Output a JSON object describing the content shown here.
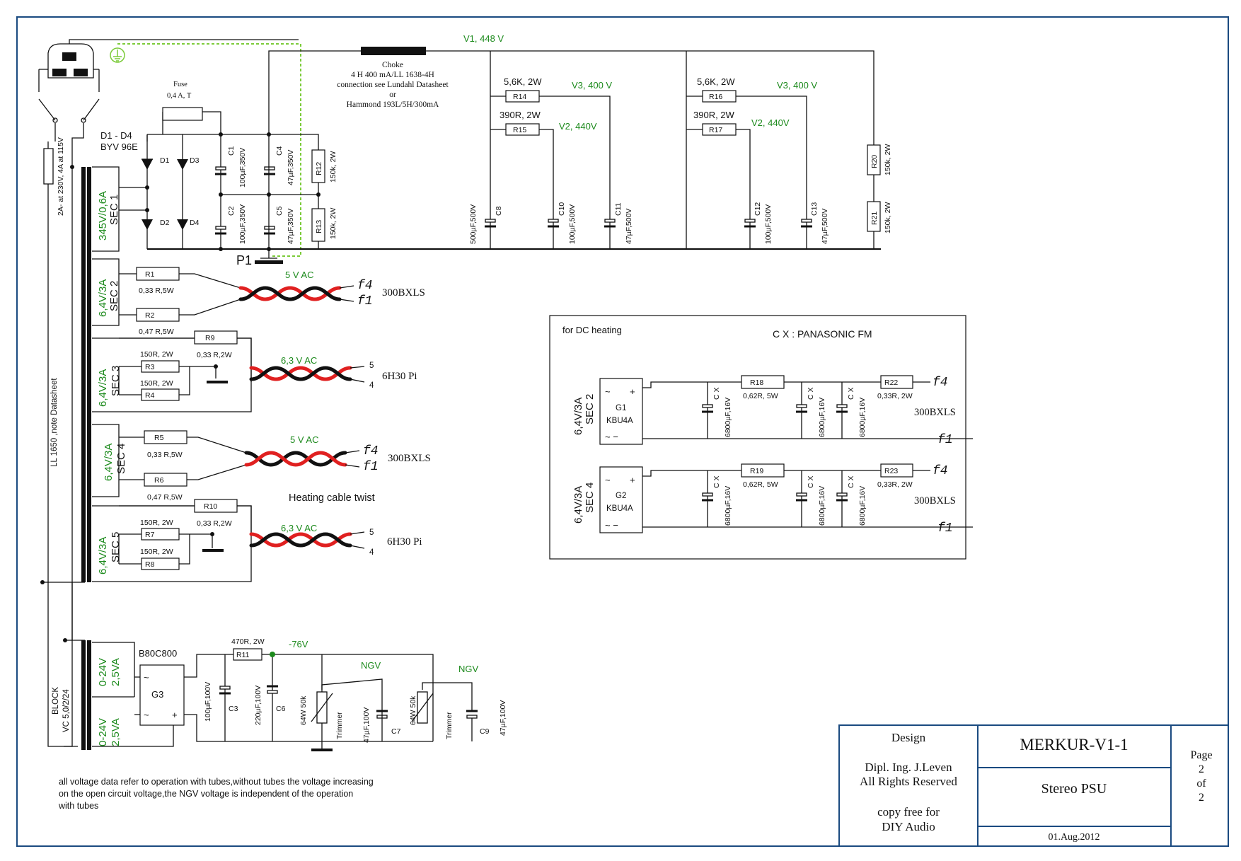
{
  "voltages": {
    "v1": "V1, 448 V",
    "v3_left": "V3, 400 V",
    "v2_left": "V2, 440V",
    "v3_right": "V3, 400 V",
    "v2_right": "V2, 440V",
    "ac_5v_1": "5 V AC",
    "ac_63v_1": "6,3 V AC",
    "ac_5v_2": "5 V AC",
    "ac_63v_2": "6,3 V AC",
    "neg76": "-76V",
    "ngv1": "NGV",
    "ngv2": "NGV"
  },
  "choke": {
    "line1": "Choke",
    "line2": "4 H 400 mA/LL 1638-4H",
    "line3": "connection see Lundahl Datasheet",
    "line4": "or",
    "line5": "Hammond 193L/5H/300mA"
  },
  "fuse": {
    "name": "Fuse",
    "rating": "0,4 A, T"
  },
  "mains_fuse": "2A- at 230V, 4A at 115V",
  "transformer": {
    "main": "LL 1650 ,note Datasheet",
    "block": "BLOCK",
    "block_model": "VC 5,0/2/24"
  },
  "diodes": {
    "range": "D1 - D4",
    "model": "BYV 96E",
    "d1": "D1",
    "d2": "D2",
    "d3": "D3",
    "d4": "D4"
  },
  "secondaries": {
    "sec1_v": "345V/0,6A",
    "sec1": "SEC 1",
    "sec2_v": "6,4V/3A",
    "sec2": "SEC 2",
    "sec3_v": "6,4V/3A",
    "sec3": "SEC 3",
    "sec4_v": "6,4V/3A",
    "sec4": "SEC 4",
    "sec5_v": "6,4V/3A",
    "sec5": "SEC 5",
    "aux1_v": "0-24V",
    "aux1_va": "2,5VA",
    "aux2_v": "0-24V",
    "aux2_va": "2,5VA"
  },
  "caps": {
    "c1": "C1",
    "c1v": "100µF,350V",
    "c2": "C2",
    "c2v": "100µF,350V",
    "c4": "C4",
    "c4v": "47µF,350V",
    "c5": "C5",
    "c5v": "47µF,350V",
    "c8": "C8",
    "c8v": "500µF,500V",
    "c10": "C10",
    "c10v": "100µF,500V",
    "c11": "C11",
    "c11v": "47µF,500V",
    "c12": "C12",
    "c12v": "100µF,500V",
    "c13": "C13",
    "c13v": "47µF,500V",
    "c3": "C3",
    "c3v": "100µF,100V",
    "c6": "C6",
    "c6v": "220µF,100V",
    "c7": "C7",
    "c7v": "47µF,100V",
    "c9": "C9",
    "c9v": "47µF,100V"
  },
  "resistors": {
    "r12": "R12",
    "r12v": "150k, 2W",
    "r13": "R13",
    "r13v": "150k, 2W",
    "r14": "R14",
    "r14v": "5,6K, 2W",
    "r15": "R15",
    "r15v": "390R, 2W",
    "r16": "R16",
    "r16v": "5,6K, 2W",
    "r17": "R17",
    "r17v": "390R, 2W",
    "r20": "R20",
    "r20v": "150k, 2W",
    "r21": "R21",
    "r21v": "150k, 2W",
    "r1": "R1",
    "r1v": "0,33 R,5W",
    "r2": "R2",
    "r2v": "0,47 R,5W",
    "r9": "R9",
    "r9v": "0,33 R,2W",
    "r3": "R3",
    "r3v": "150R, 2W",
    "r4": "R4",
    "r4v": "150R, 2W",
    "r5": "R5",
    "r5v": "0,33 R,5W",
    "r6": "R6",
    "r6v": "0,47 R,5W",
    "r10": "R10",
    "r10v": "0,33 R,2W",
    "r7": "R7",
    "r7v": "150R, 2W",
    "r8": "R8",
    "r8v": "150R, 2W",
    "r11": "R11",
    "r11v": "470R, 2W",
    "r18": "R18",
    "r18v": "0,62R, 5W",
    "r19": "R19",
    "r19v": "0,62R, 5W",
    "r22": "R22",
    "r22v": "0,33R, 2W",
    "r23": "R23",
    "r23v": "0,33R, 2W"
  },
  "tubes": {
    "t1": "300BXLS",
    "t2": "6H30 Pi",
    "t3": "300BXLS",
    "t4": "6H30 Pi",
    "f4": "f4",
    "f1": "f1",
    "p5": "5",
    "p4": "4"
  },
  "p1": "P1",
  "heating_twist": "Heating cable twist",
  "dc_box": {
    "title": "for DC heating",
    "cx_note": "C X :   PANASONIC FM",
    "sec2_v": "6,4V/3A",
    "sec2": "SEC 2",
    "sec4_v": "6,4V/3A",
    "sec4": "SEC 4",
    "g1": "G1",
    "g1m": "KBU4A",
    "g2": "G2",
    "g2m": "KBU4A",
    "cx": "C X",
    "cxv": "6800µF,16V",
    "tube": "300BXLS",
    "f4": "f4",
    "f1": "f1",
    "plus": "+",
    "minus": "~   −",
    "tilde": "~"
  },
  "ngv_section": {
    "bridge": "B80C800",
    "g3": "G3",
    "pot1": "64W 50k",
    "pot2": "64W 50k",
    "trimmer": "Trimmer"
  },
  "note": {
    "l1": "all voltage data refer to operation with tubes,without tubes the voltage increasing",
    "l2": "on the open circuit voltage,the NGV voltage is independent of the operation",
    "l3": "with tubes"
  },
  "title_block": {
    "design": "Design",
    "author1": "Dipl. Ing. J.Leven",
    "author2": "All Rights Reserved",
    "free1": "copy free for",
    "free2": "DIY Audio",
    "project": "MERKUR-V1-1",
    "subtitle": "Stereo PSU",
    "date": "01.Aug.2012",
    "page": "Page",
    "page_num": "2",
    "of": "of",
    "page_total": "2"
  }
}
